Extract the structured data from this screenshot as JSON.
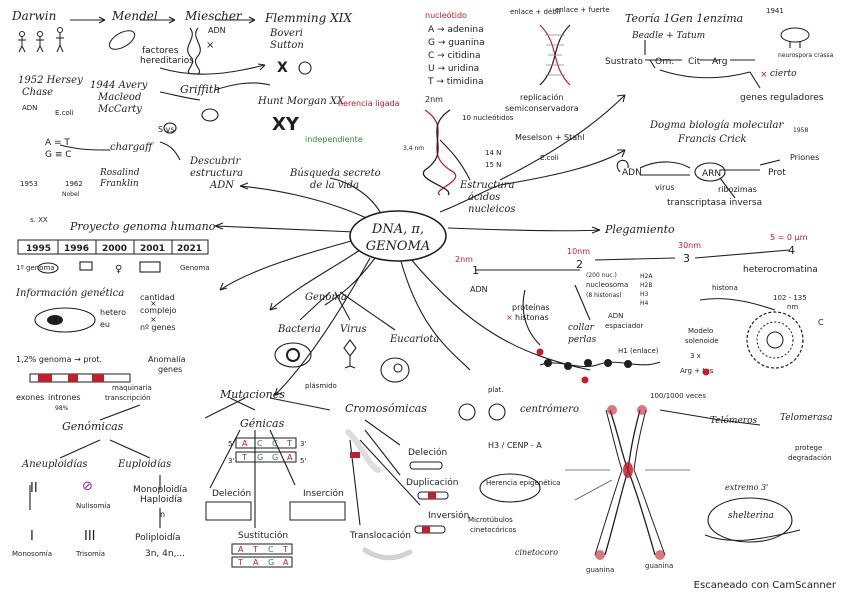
{
  "center": {
    "line1": "DNA, π,",
    "line2": "GENOMA"
  },
  "watermark": "Escaneado con CamScanner",
  "history": {
    "darwin": "Darwin",
    "mendel": "Mendel",
    "miescher": "Miescher",
    "flemming": "Flemming XIX",
    "boveri": "Boveri",
    "sutton": "Sutton",
    "factores": "factores",
    "hereditarios": "hereditarios",
    "adn": "ADN",
    "griffith": "Griffith",
    "avery": "1944 Avery",
    "macleod": "Macleod",
    "mccarty": "McCarty",
    "hunt_morgan": "Hunt Morgan XX",
    "herencia_ligada": "herencia ligada",
    "independiente": "independiente",
    "hersey": "1952 Hersey",
    "chase": "Chase",
    "ecoli": "E.coli",
    "chargaff": "chargaff",
    "chargaff_rule1": "A = T",
    "chargaff_rule2": "G ≡ C",
    "rosalind": "Rosalind",
    "franklin": "Franklin",
    "year_1953": "1953",
    "year_1962": "1962",
    "nobel": "Nobel",
    "descubrir1": "Descubrir",
    "descubrir2": "estructura",
    "descubrir3": "ADN",
    "busqueda1": "Búsqueda secreto",
    "busqueda2": "de la vida",
    "sv": "S  vs"
  },
  "nucleotides": {
    "title": "nucleótido",
    "items": [
      "A → adenina",
      "G → guanina",
      "C → citidina",
      "U → uridina",
      "T → timidina"
    ],
    "enlace_debil": "enlace + débil",
    "enlace_fuerte": "enlace + fuerte",
    "replicacion1": "replicación",
    "replicacion2": "semiconservadora",
    "meselson": "Meselson + Stahl",
    "n14": "14 N",
    "n15": "15 N",
    "ecoli": "E.coli",
    "nm2": "2nm",
    "nucleotidos10": "10 nucleótidos",
    "nm34": "3,4 nm",
    "estructura1": "Estructura",
    "estructura2": "ácidos",
    "estructura3": "nucleicos"
  },
  "teoria": {
    "title": "Teoría 1Gen 1enzima",
    "year": "1941",
    "beadle": "Beadle + Tatum",
    "neurospora": "neurospora crassa",
    "sustrato": "Sustrato",
    "orn": "Orn.",
    "cit": "Cit",
    "arg": "Arg",
    "genes_reg": "genes reguladores",
    "cierto": "cierto",
    "dogma1": "Dogma biología molecular",
    "dogma2": "Francis Crick",
    "dogma_year": "1958",
    "adn": "ADN",
    "arn": "ARN",
    "prot": "Prot",
    "priones": "Priones",
    "virus": "virus",
    "ribozimas": "ribozimas",
    "transcriptasa": "transcriptasa inversa"
  },
  "genoma": {
    "proyecto": "Proyecto genoma humano",
    "years": [
      "1995",
      "1996",
      "2000",
      "2001",
      "2021"
    ],
    "primer_genoma": "1º genoma",
    "cuando": "s. XX",
    "genoma_label": "Genoma",
    "info_genetica": "Información genética",
    "hetero": "hetero",
    "eu": "eu",
    "cantidad": "cantidad",
    "complejo": "complejo",
    "n_genes": "nº genes",
    "x_mark": "×",
    "genoma_prot": "1,2% genoma → prot.",
    "anomalia": "Anomalía",
    "genes": "genes",
    "exones": "exones",
    "intrones": "intrones",
    "pct": "98%",
    "maquinaria": "maquinaria",
    "transcripcion": "transcripción"
  },
  "organisms": {
    "genoma": "Genoma",
    "bacteria": "Bacteria",
    "virus": "Virus",
    "eucariota": "Eucariota",
    "plasmido": "plásmido"
  },
  "mutaciones": {
    "title": "Mutaciones",
    "genomicas": "Genómicas",
    "aneuploidias": "Aneuploidías",
    "euploidias": "Euploidías",
    "nulisomia": "Nulisomía",
    "monoploidia": "Monoploidía",
    "haploidia": "Haploidía",
    "n": "n",
    "poliploidia": "Poliploidía",
    "ploidy": "3n, 4n,...",
    "monosomia": "Monosomía",
    "trisomia": "Trisomía",
    "genicas": "Génicas",
    "delecion": "Deleción",
    "insercion": "Inserción",
    "sustitucion": "Sustitución",
    "cromosomicas": "Cromosómicas",
    "delecion_c": "Deleción",
    "duplicacion": "Duplicación",
    "inversion": "Inversión",
    "translocacion": "Translocación",
    "five": "5'",
    "three": "3'",
    "top_strand": [
      "A",
      "C",
      "C",
      "T"
    ],
    "bottom_strand": [
      "T",
      "G",
      "G",
      "A"
    ],
    "sust_top": [
      "A",
      "T",
      "C",
      "T"
    ],
    "sust_bot": [
      "T",
      "A",
      "G",
      "A"
    ]
  },
  "chromosome": {
    "plegamiento": "Plegamiento",
    "nm2": "2nm",
    "nm10": "10nm",
    "nm30": "30nm",
    "um": "5 = 0 µm",
    "n1": "1",
    "n2": "2",
    "n3": "3",
    "n4": "4",
    "heterocromatina": "heterocromatina",
    "adn": "ADN",
    "proteinas": "proteínas",
    "histonas": "histonas",
    "collar1": "collar",
    "collar2": "perlas",
    "nucleosoma_note": "(200 nuc.)",
    "nucleosoma": "nucleosoma",
    "histonas_p": "(8 histonas)",
    "h2a": "H2A",
    "h2b": "H2B",
    "h3": "H3",
    "h4": "H4",
    "adn_espaciador1": "ADN",
    "adn_espaciador2": "espaciador",
    "h1": "H1 (enlace)",
    "modelo": "Modelo",
    "solenoide": "solenoide",
    "histona": "histona",
    "x6": "3 x",
    "arg_lys": "Arg + Lys",
    "range": "102 - 135",
    "range_unit": "nm",
    "c_label": "C",
    "centromero": "centrómero",
    "h3cenp": "H3 / CENP - A",
    "herencia": "Herencia epigenética",
    "microtubulos1": "Microtúbulos",
    "microtubulos2": "cinetocóricos",
    "cinetocoro": "cinetocoro",
    "veces": "100/1000 veces",
    "telomeros": "Telómeros",
    "telomerasa": "Telomerasa",
    "protege1": "protege",
    "protege2": "degradación",
    "extremo": "extremo 3'",
    "shelterina": "shelterina",
    "guanina": "guanina",
    "guanina2": "guanina"
  }
}
